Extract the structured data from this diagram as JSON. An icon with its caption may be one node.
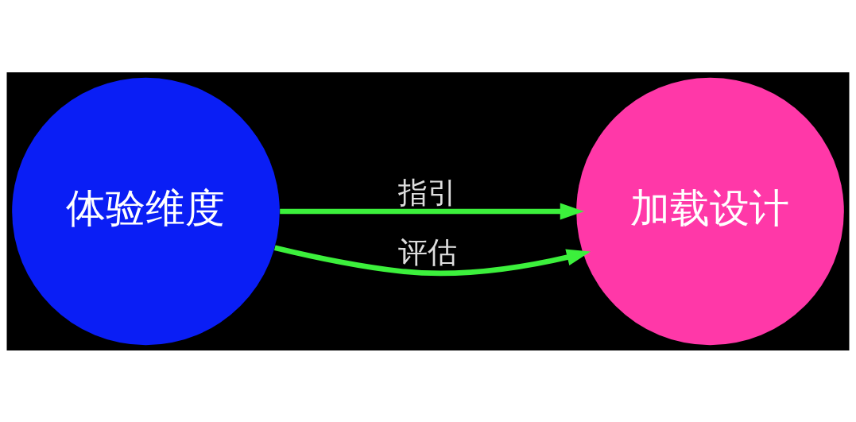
{
  "diagram": {
    "nodes": [
      {
        "text": [
          "体验维度"
        ]
      },
      {
        "text": [
          "加载设计"
        ]
      }
    ],
    "edges": [
      {
        "from": 0,
        "to": 1,
        "arrow": "to",
        "label": "指引"
      },
      {
        "from": 0,
        "to": 1,
        "arrow": "to",
        "label": "评估"
      }
    ]
  }
}
